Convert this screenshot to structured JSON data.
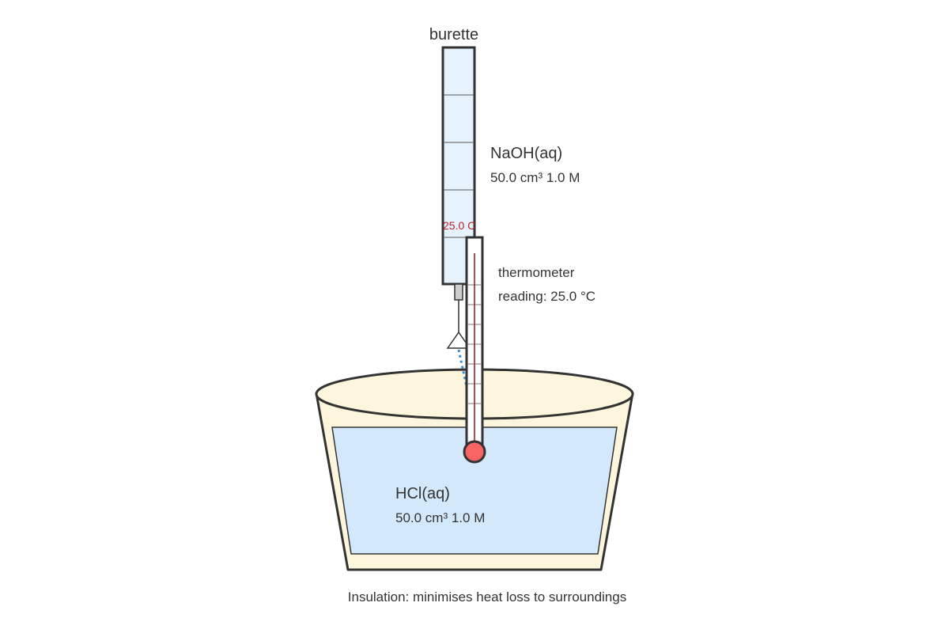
{
  "labels": {
    "burette": "burette",
    "naoh_name": "NaOH(aq)",
    "naoh_detail": "50.0 cm³ 1.0 M",
    "thermo_scale_reading": "25.0 C",
    "thermometer": "thermometer",
    "thermo_reading": "reading: 25.0 °C",
    "hcl_name": "HCl(aq)",
    "hcl_detail": "50.0 cm³ 1.0 M",
    "insulation_note": "Insulation: minimises heat loss to surroundings"
  },
  "colors": {
    "outline": "#333333",
    "burette_fill": "#e6f3fc",
    "cup_fill": "#fdf6dd",
    "solution_fill": "#d4e8fb",
    "thermo_bulb": "#f86464",
    "thermo_mercury": "#8b1a1a",
    "drip_line": "#3a8fd6",
    "reading_text": "#c0202a"
  }
}
